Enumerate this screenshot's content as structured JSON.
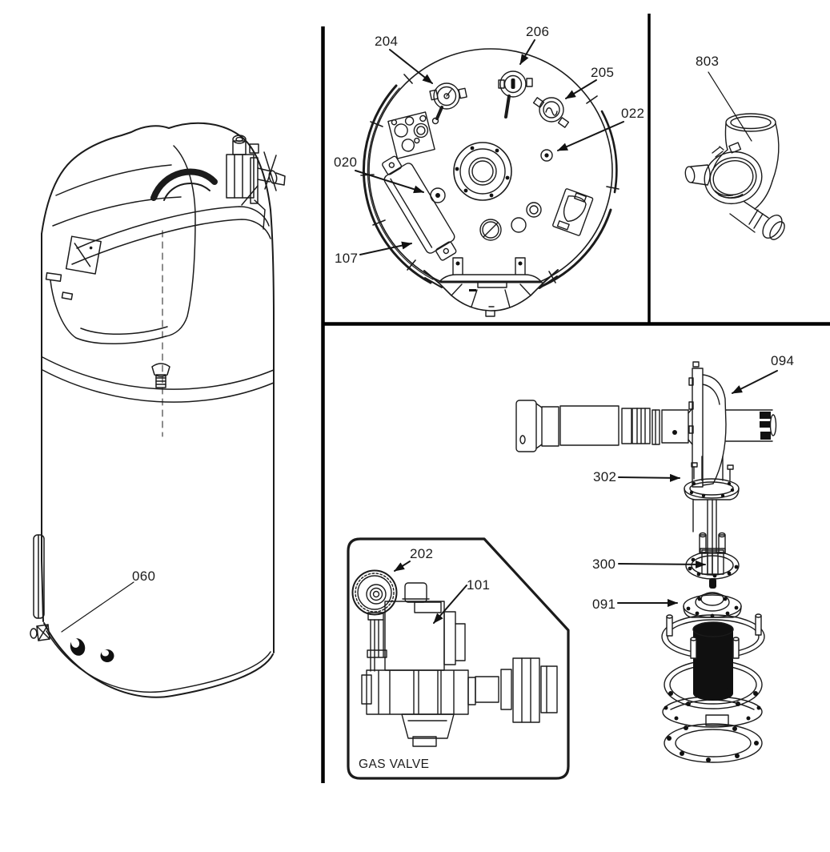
{
  "captions": {
    "gas_valve_box": "GAS VALVE"
  },
  "labels": {
    "l060": "060",
    "l204": "204",
    "l206": "206",
    "l205": "205",
    "l022": "022",
    "l020": "020",
    "l107": "107",
    "l803": "803",
    "l094": "094",
    "l302": "302",
    "l300": "300",
    "l091": "091",
    "l202": "202",
    "l101": "101"
  },
  "colors": {
    "ink": "#1b1b1b",
    "divider": "#000000",
    "background": "#ffffff"
  }
}
